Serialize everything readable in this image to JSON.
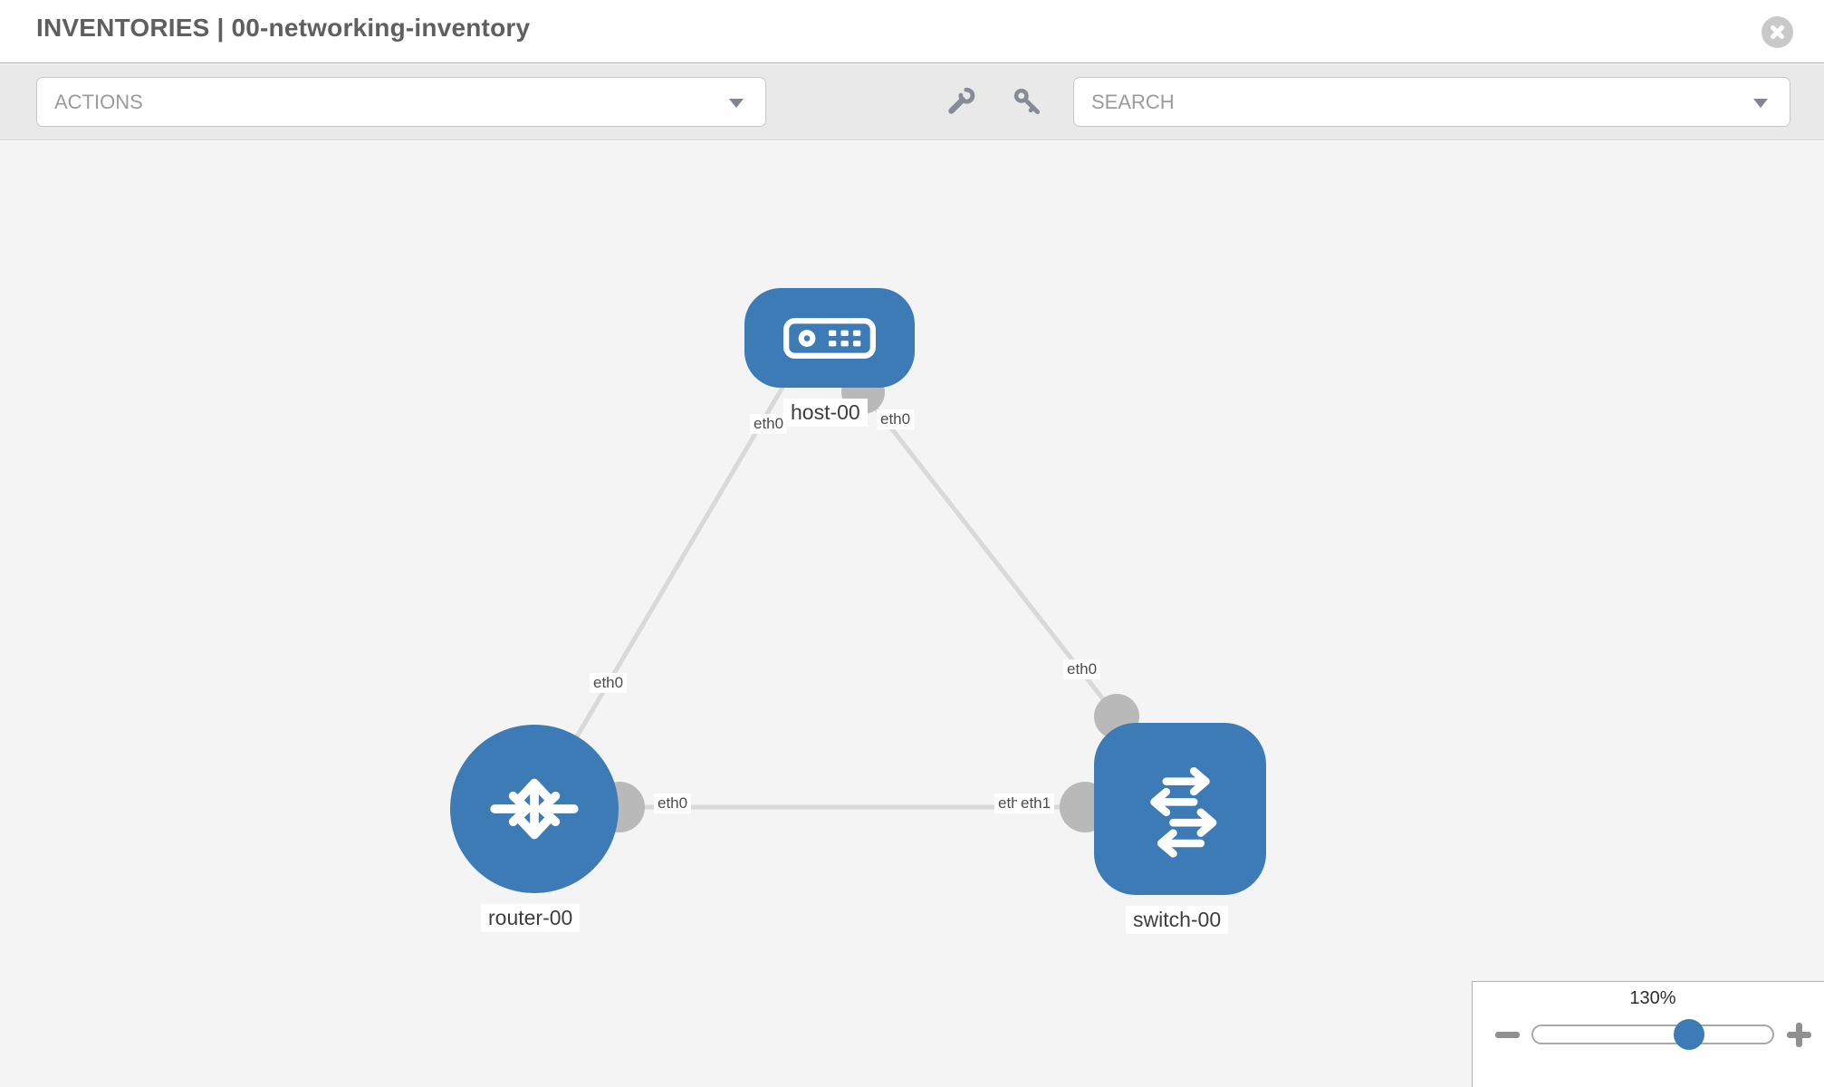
{
  "header": {
    "title": "INVENTORIES | 00-networking-inventory"
  },
  "toolbar": {
    "actions_label": "ACTIONS",
    "search_placeholder": "SEARCH"
  },
  "topology": {
    "nodes": [
      {
        "id": "host-00",
        "label": "host-00",
        "type": "host"
      },
      {
        "id": "router-00",
        "label": "router-00",
        "type": "router"
      },
      {
        "id": "switch-00",
        "label": "switch-00",
        "type": "switch"
      }
    ],
    "links": [
      {
        "source": "router-00",
        "target": "host-00",
        "source_interface": "eth0",
        "target_interface": "eth0"
      },
      {
        "source": "host-00",
        "target": "switch-00",
        "source_interface": "eth0",
        "target_interface": "eth0"
      },
      {
        "source": "router-00",
        "target": "switch-00",
        "source_interface": "eth0",
        "target_interface": "eth1"
      }
    ],
    "interface_labels": [
      {
        "text": "eth0"
      },
      {
        "text": "eth0"
      },
      {
        "text": "eth0"
      },
      {
        "text": "eth0"
      },
      {
        "text": "eth0"
      },
      {
        "text": "eth0"
      },
      {
        "text": "eth1"
      }
    ]
  },
  "zoom_control": {
    "level": "130%"
  },
  "colors": {
    "node_blue": "#3c7bb5",
    "link_gray": "#d9d9d9",
    "connector_gray": "#b9b9b9",
    "canvas_bg": "#f4f4f4",
    "toolbar_bg": "#e9e9e9",
    "icon_gray": "#868c96"
  }
}
